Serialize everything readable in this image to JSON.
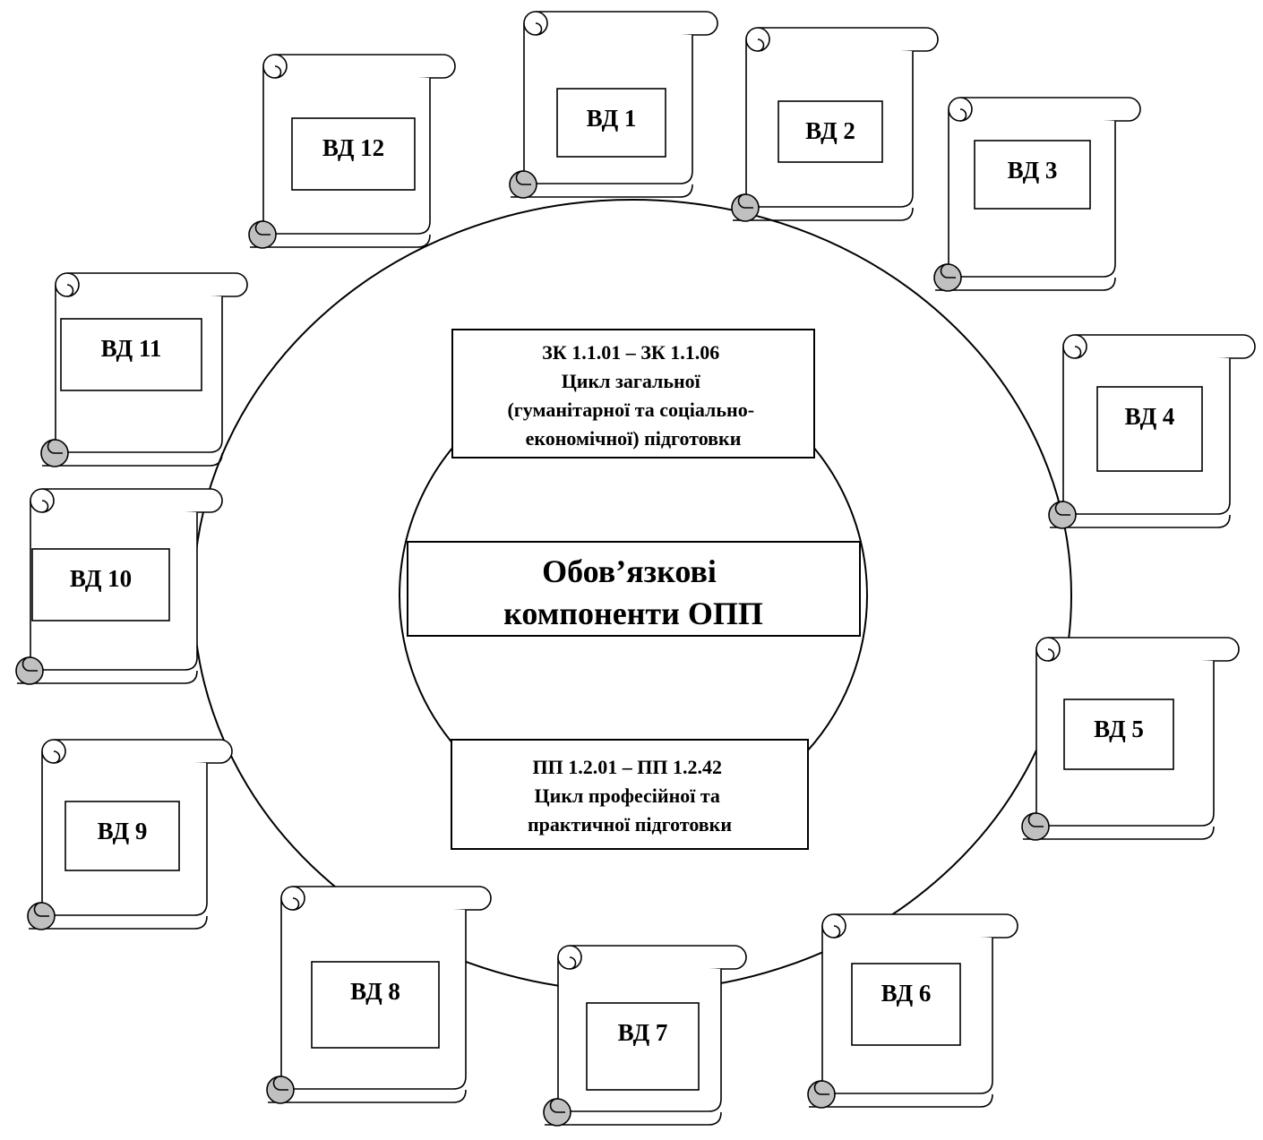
{
  "center": {
    "title_lines": [
      "Обов’язкові",
      "компоненти ОПП"
    ]
  },
  "top_box": {
    "lines": [
      "ЗК 1.1.01 – ЗК 1.1.06",
      "Цикл загальної",
      "(гуманітарної та соціально-",
      "економічної) підготовки"
    ]
  },
  "bottom_box": {
    "lines": [
      "ПП 1.2.01 – ПП 1.2.42",
      "Цикл професійної та",
      "практичної підготовки"
    ]
  },
  "scrolls": [
    {
      "label": "ВД 1"
    },
    {
      "label": "ВД 2"
    },
    {
      "label": "ВД 3"
    },
    {
      "label": "ВД 4"
    },
    {
      "label": "ВД 5"
    },
    {
      "label": "ВД 6"
    },
    {
      "label": "ВД 7"
    },
    {
      "label": "ВД 8"
    },
    {
      "label": "ВД 9"
    },
    {
      "label": "ВД 10"
    },
    {
      "label": "ВД 11"
    },
    {
      "label": "ВД 12"
    }
  ],
  "colors": {
    "stroke": "#000000",
    "scroll_fill": "#ffffff",
    "curl_fill": "#c0c0c0"
  }
}
